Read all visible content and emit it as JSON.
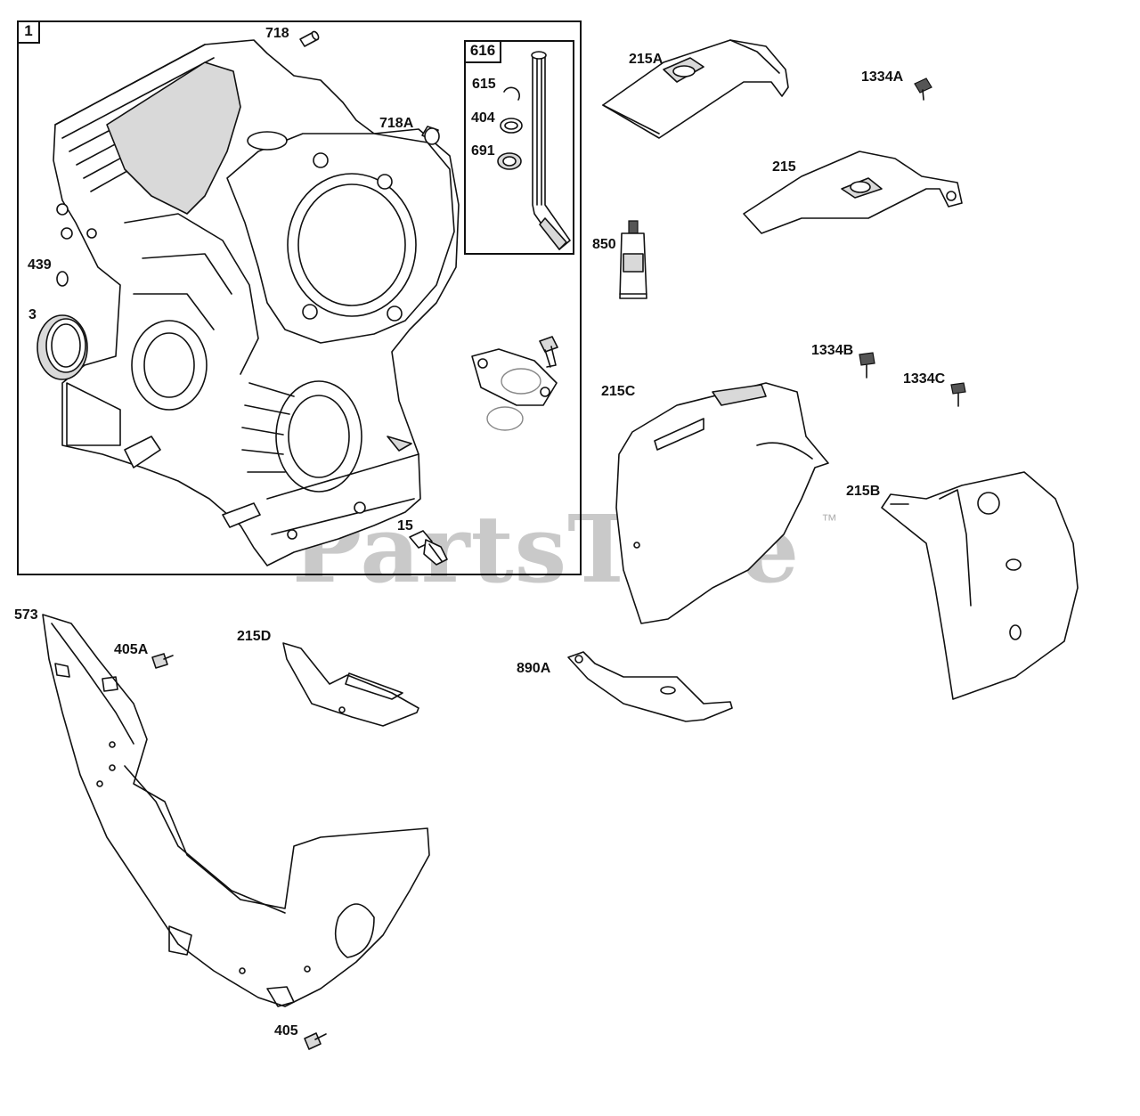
{
  "diagram": {
    "boxes": {
      "crankcase_group": {
        "tag": "1"
      },
      "dipstick_group": {
        "tag": "616"
      }
    },
    "callouts": {
      "p718": "718",
      "p718a": "718A",
      "p439": "439",
      "p3": "3",
      "p15": "15",
      "p615": "615",
      "p404": "404",
      "p691": "691",
      "p215a": "215A",
      "p1334a": "1334A",
      "p215": "215",
      "p850": "850",
      "p1334b": "1334B",
      "p1334c": "1334C",
      "p215c": "215C",
      "p215b": "215B",
      "p573": "573",
      "p405a": "405A",
      "p215d": "215D",
      "p890a": "890A",
      "p405": "405"
    },
    "watermark": {
      "text": "PartsTree",
      "mark": "™"
    },
    "colors": {
      "line": "#111111",
      "watermark": "#c9c9c9",
      "fill_gray": "#d9d9d9"
    }
  }
}
